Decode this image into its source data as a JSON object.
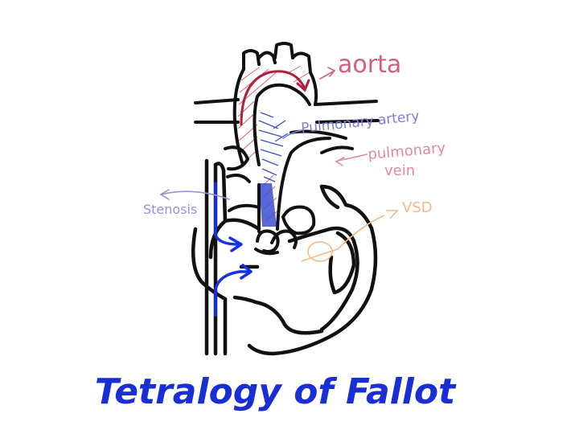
{
  "title": "Tetralogy of Fallot",
  "labels": {
    "aorta": "aorta",
    "pulmonary_artery": "Pulmonary artery",
    "pulmonary_vein_line1": "pulmonary",
    "pulmonary_vein_line2": "vein",
    "stenosis": "Stenosis",
    "vsd": "VSD"
  },
  "colors": {
    "outline": "#111111",
    "aorta": "#d2607a",
    "aorta_arrow": "#b0203a",
    "pulmonary_artery": "#7b80d6",
    "pulmonary_artery_fill": "#3b4fd0",
    "pulmonary_vein": "#e08aa0",
    "stenosis": "#8f95d8",
    "vsd": "#f4b88a",
    "blood_flow": "#1530e8",
    "title": "#1a2ed6"
  }
}
